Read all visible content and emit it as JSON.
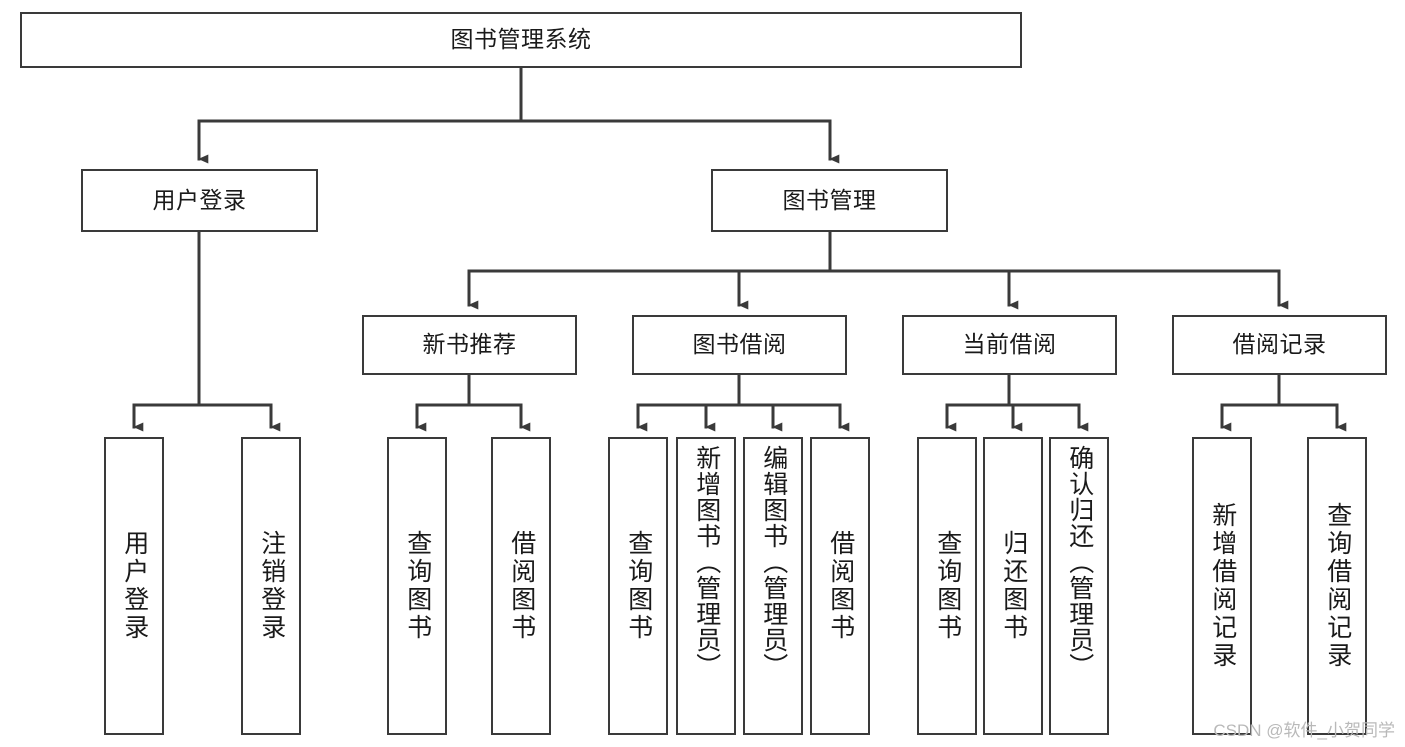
{
  "diagram": {
    "title": "图书管理系统",
    "watermark": "CSDN @软件_小贺同学",
    "colors": {
      "box_stroke": "#3a3a3a",
      "box_fill": "#ffffff",
      "connector": "#3a3a3a",
      "text": "#1a1a1a",
      "watermark": "#b9b9b9"
    },
    "levels": {
      "root": {
        "label": "图书管理系统"
      },
      "level2": [
        {
          "label": "用户登录"
        },
        {
          "label": "图书管理"
        }
      ],
      "level3": [
        {
          "label": "新书推荐"
        },
        {
          "label": "图书借阅"
        },
        {
          "label": "当前借阅"
        },
        {
          "label": "借阅记录"
        }
      ],
      "leaves": {
        "user_login": [
          {
            "label": "用户登录"
          },
          {
            "label": "注销登录"
          }
        ],
        "new_book_recommend": [
          {
            "label": "查询图书"
          },
          {
            "label": "借阅图书"
          }
        ],
        "book_borrow": [
          {
            "label": "查询图书"
          },
          {
            "label": "新增图书（管理员）"
          },
          {
            "label": "编辑图书（管理员）"
          },
          {
            "label": "借阅图书"
          }
        ],
        "current_borrow": [
          {
            "label": "查询图书"
          },
          {
            "label": "归还图书"
          },
          {
            "label": "确认归还（管理员）"
          }
        ],
        "borrow_record": [
          {
            "label": "新增借阅记录"
          },
          {
            "label": "查询借阅记录"
          }
        ]
      }
    }
  }
}
